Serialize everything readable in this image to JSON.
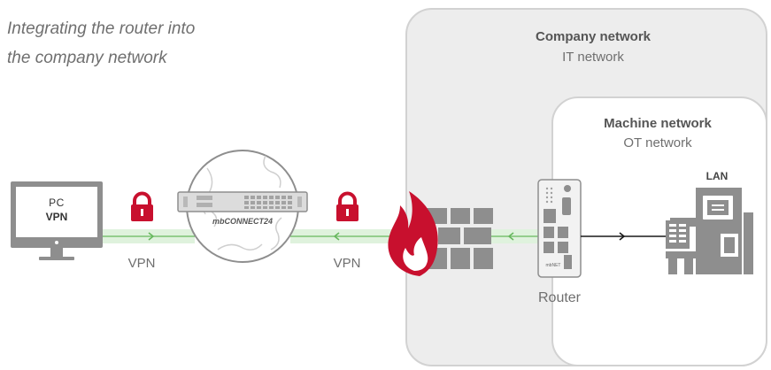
{
  "caption": {
    "line1": "Integrating the router into",
    "line2": "the company network"
  },
  "company_network": {
    "title": "Company network",
    "subtitle": "IT network"
  },
  "machine_network": {
    "title": "Machine network",
    "subtitle": "OT network"
  },
  "pc": {
    "label_top": "PC",
    "label_bottom": "VPN"
  },
  "cloud_server": {
    "brand": "mbCONNECT24"
  },
  "vpn_labels": {
    "left": "VPN",
    "right": "VPN"
  },
  "router": {
    "label": "Router",
    "device_brand": "mbNET"
  },
  "machine": {
    "lan_label": "LAN"
  },
  "colors": {
    "accent_red": "#c8102e",
    "vpn_green": "#dff2dd",
    "vpn_arrow": "#67b85e",
    "zone_fill": "#ededed",
    "zone_border": "#d2d2d2",
    "device_gray": "#8e8e8e"
  },
  "icons": [
    "monitor-icon",
    "lock-icon",
    "cloud-globe-icon",
    "rack-server-icon",
    "firewall-icon",
    "flame-icon",
    "router-device-icon",
    "machine-icon"
  ]
}
